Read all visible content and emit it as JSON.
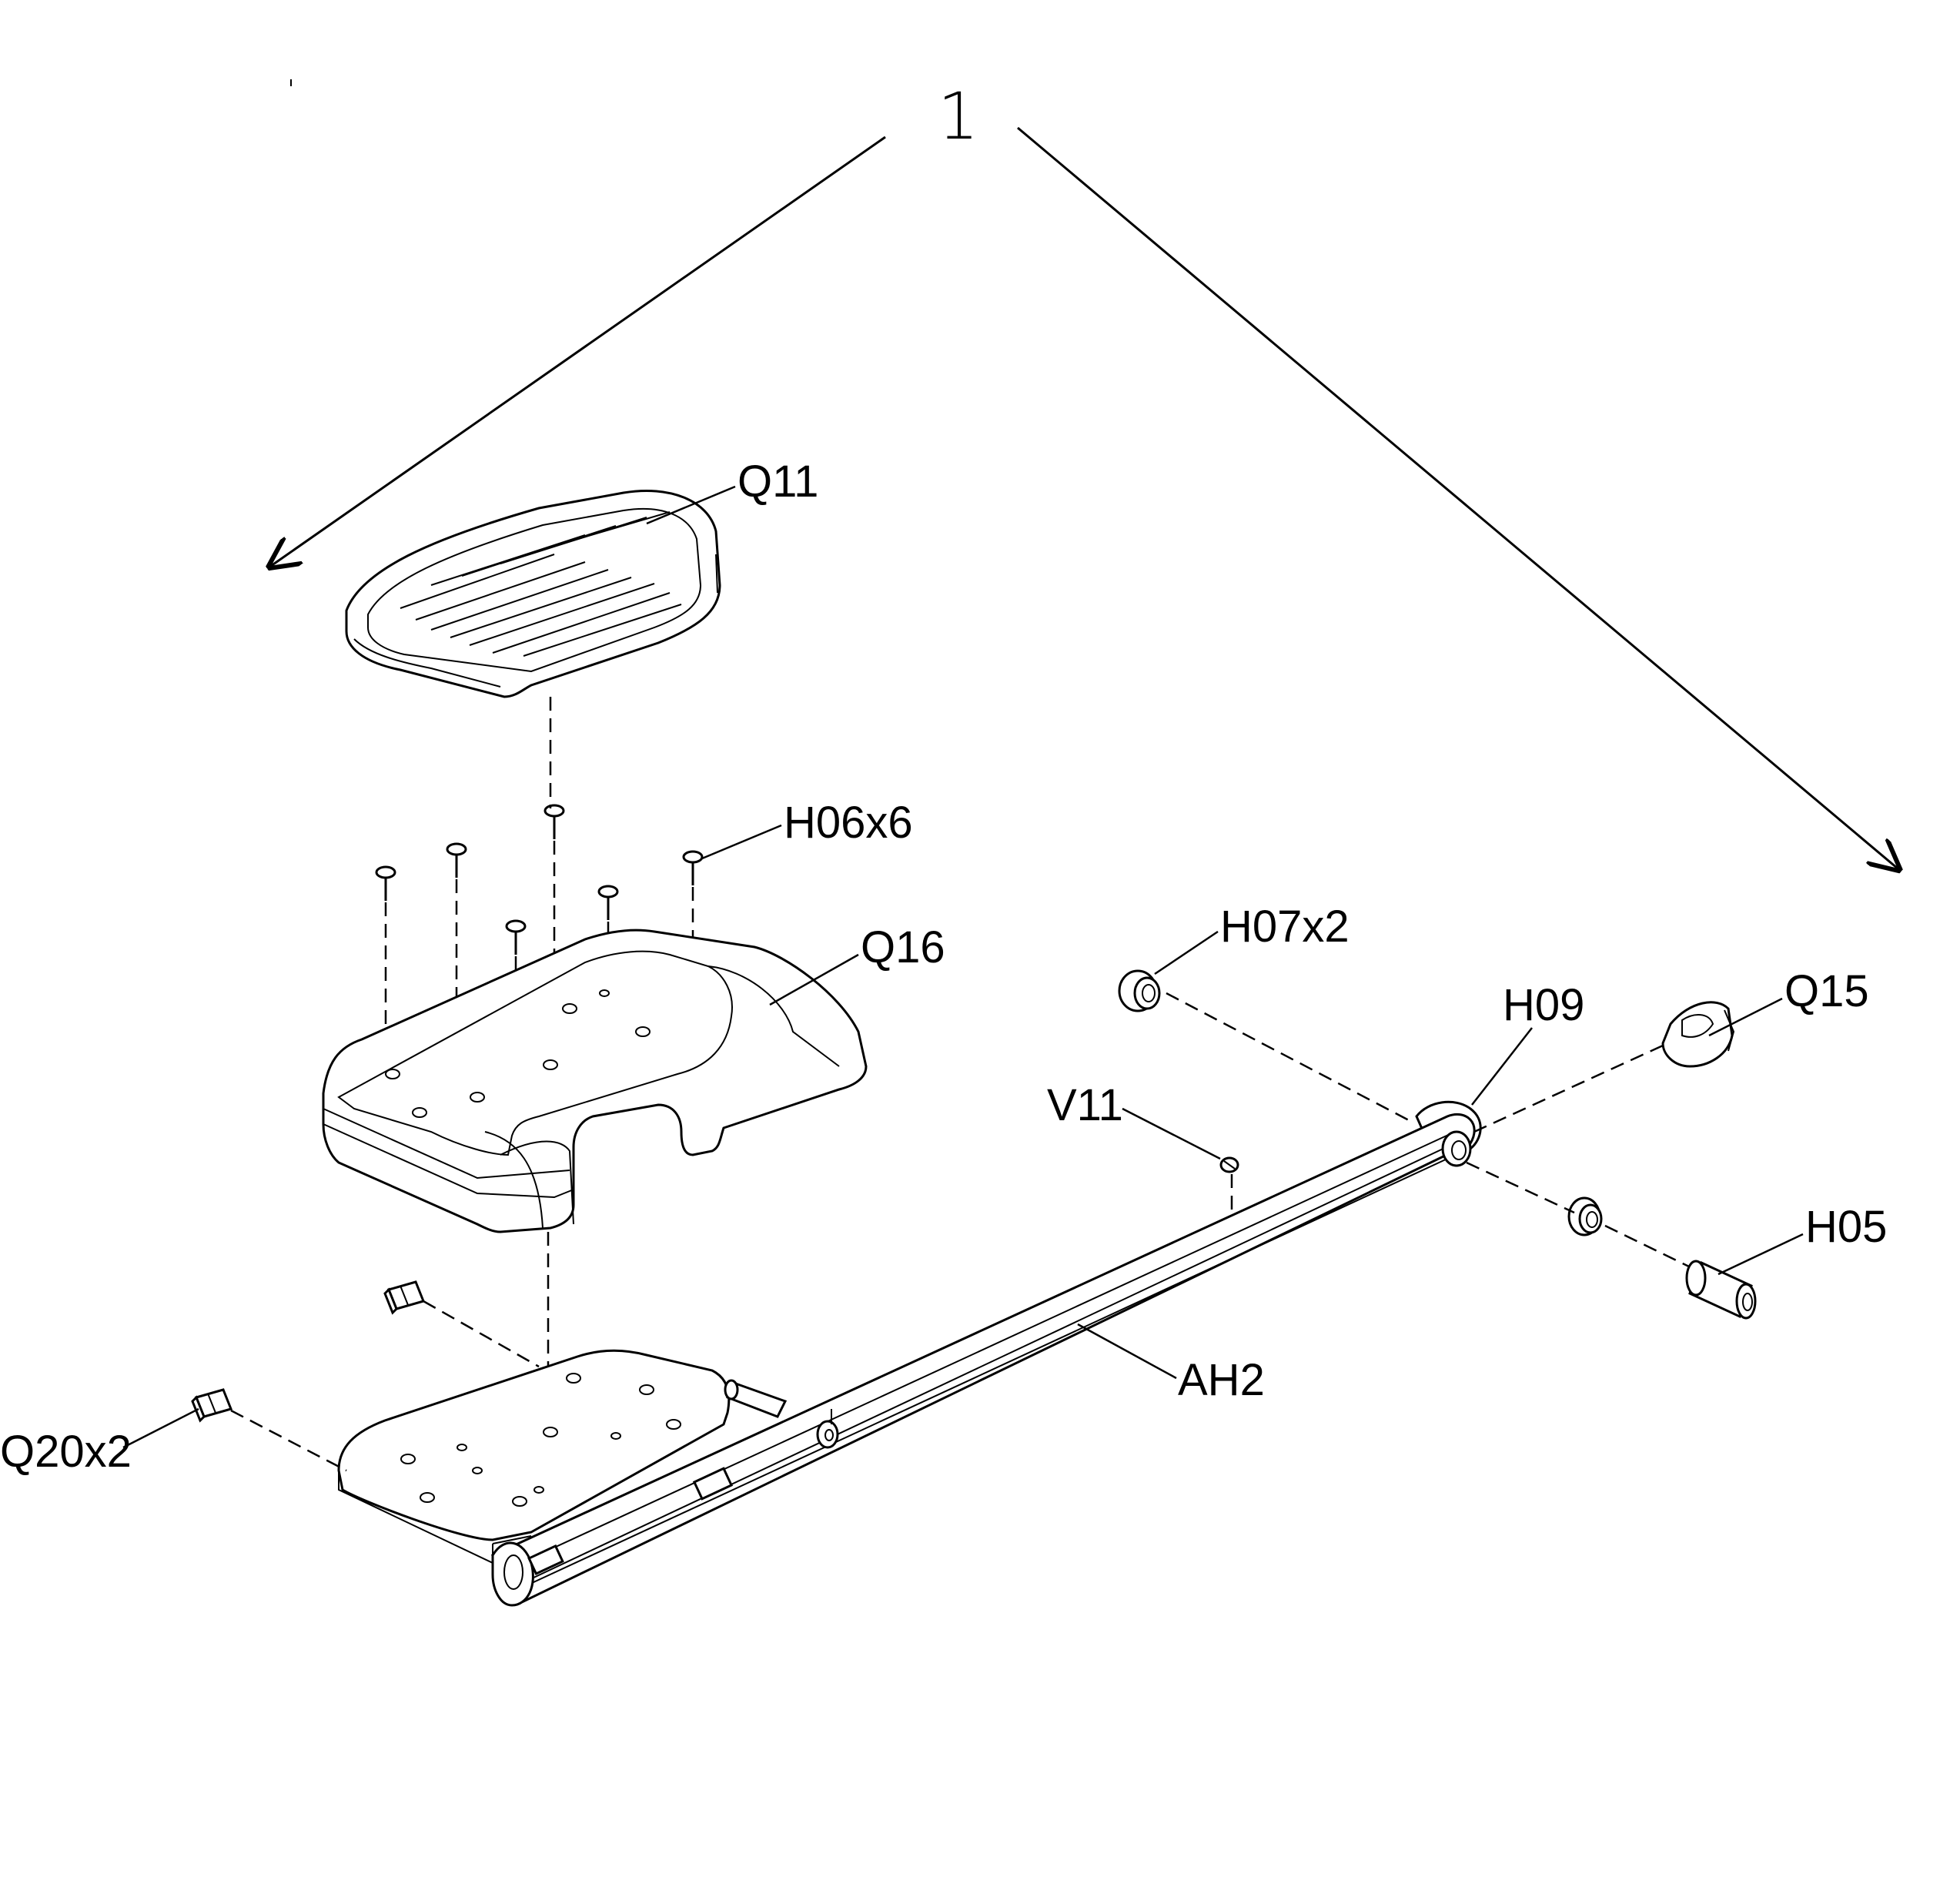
{
  "diagram": {
    "assembly_label": "1",
    "parts": {
      "q11": "Q11",
      "h06": "H06x6",
      "q16": "Q16",
      "h07": "H07x2",
      "h09": "H09",
      "q15": "Q15",
      "v11": "V11",
      "h05": "H05",
      "ah2": "AH2",
      "q20": "Q20x2"
    }
  }
}
